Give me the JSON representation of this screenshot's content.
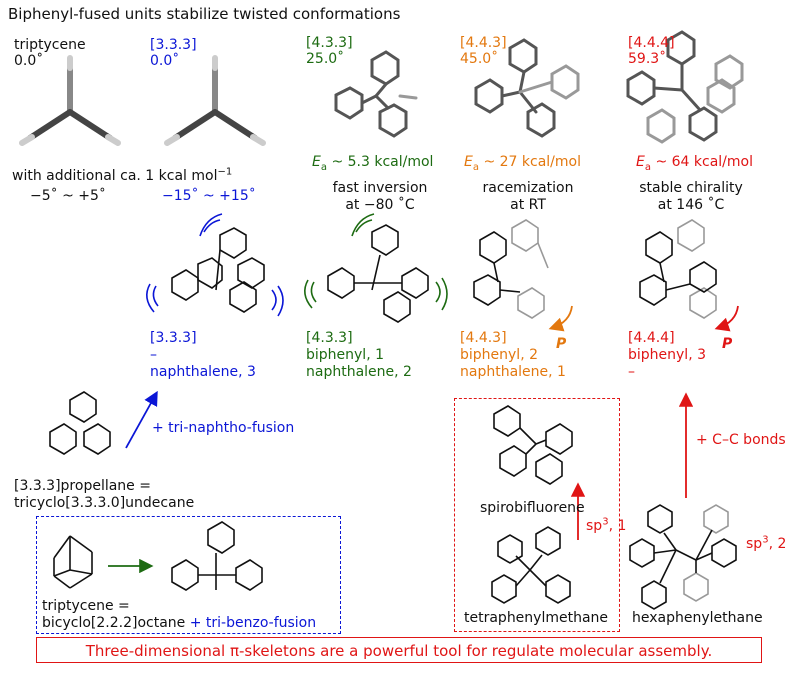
{
  "title": "Biphenyl-fused units stabilize twisted conformations",
  "columns": {
    "triptycene": {
      "name": "triptycene",
      "angle": "0.0˚"
    },
    "c333": {
      "name": "[3.3.3]",
      "angle": "0.0˚"
    },
    "c433": {
      "name": "[4.3.3]",
      "angle": "25.0˚"
    },
    "c443": {
      "name": "[4.4.3]",
      "angle": "45.0˚"
    },
    "c444": {
      "name": "[4.4.4]",
      "angle": "59.3˚"
    }
  },
  "additional_label": "with additional ca. 1 kcal mol",
  "additional_sup": "−1",
  "range_triptycene": "−5˚ ~ +5˚",
  "range_333": "−15˚ ~ +15˚",
  "energies": {
    "e433": {
      "symbol": "E",
      "sub": "a",
      "value": " ~ 5.3 kcal/mol"
    },
    "e443": {
      "symbol": "E",
      "sub": "a",
      "value": " ~ 27 kcal/mol"
    },
    "e444": {
      "symbol": "E",
      "sub": "a",
      "value": " ~ 64 kcal/mol"
    }
  },
  "behaviors": {
    "b433": {
      "line1": "fast inversion",
      "line2": "at −80 ˚C"
    },
    "b443": {
      "line1": "racemization",
      "line2": "at RT"
    },
    "b444": {
      "line1": "stable chirality",
      "line2": "at 146 ˚C"
    }
  },
  "composition": {
    "m333": {
      "name": "[3.3.3]",
      "line1": "–",
      "line2": "naphthalene, 3"
    },
    "m433": {
      "name": "[4.3.3]",
      "line1": "biphenyl, 1",
      "line2": "naphthalene, 2"
    },
    "m443": {
      "name": "[4.4.3]",
      "line1": "biphenyl, 2",
      "line2": "naphthalene, 1"
    },
    "m444": {
      "name": "[4.4.4]",
      "line1": "biphenyl, 3",
      "line2": "–"
    }
  },
  "helicity_label": "P",
  "tri_naphtho_fusion": "+ tri-naphtho-fusion",
  "propellane_line1": "[3.3.3]propellane =",
  "propellane_line2": "tricyclo[3.3.3.0]undecane",
  "triptycene_line1": "triptycene =",
  "triptycene_line2": "bicyclo[2.2.2]octane",
  "tri_benzo_fusion": "+ tri-benzo-fusion",
  "spirobifluorene": "spirobifluorene",
  "tetraphenylmethane": "tetraphenylmethane",
  "hexaphenylethane": "hexaphenylethane",
  "sp3_1": {
    "base": "sp",
    "sup": "3",
    "tail": ", 1"
  },
  "sp3_2": {
    "base": "sp",
    "sup": "3",
    "tail": ", 2"
  },
  "cc_bonds": "+ C–C bonds",
  "banner": "Three-dimensional π-skeletons are a powerful tool for regulate molecular assembly.",
  "colors": {
    "blue": "#0b16d6",
    "green": "#1d6b12",
    "orange": "#e3780f",
    "red": "#e01515"
  }
}
